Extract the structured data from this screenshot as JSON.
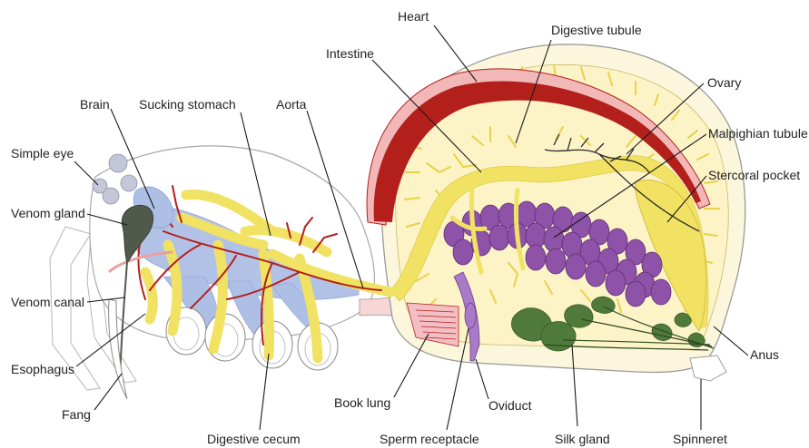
{
  "labels": {
    "heart": "Heart",
    "digestive_tubule": "Digestive tubule",
    "intestine": "Intestine",
    "ovary": "Ovary",
    "malpighian_tubule": "Malpighian tubule",
    "stercoral_pocket": "Stercoral pocket",
    "brain": "Brain",
    "sucking_stomach": "Sucking stomach",
    "aorta": "Aorta",
    "simple_eye": "Simple eye",
    "venom_gland": "Venom gland",
    "venom_canal": "Venom canal",
    "esophagus": "Esophagus",
    "fang": "Fang",
    "digestive_cecum": "Digestive cecum",
    "book_lung": "Book lung",
    "sperm_receptacle": "Sperm receptacle",
    "oviduct": "Oviduct",
    "silk_gland": "Silk gland",
    "spinneret": "Spinneret",
    "anus": "Anus"
  },
  "colors": {
    "outline": "#9a9a9a",
    "abdomen_fill": "#fbf6dc",
    "heart": "#b3201c",
    "heart_light": "#f4c4c4",
    "digestive": "#f1e264",
    "ovary": "#8e52a8",
    "sucking_stomach": "#aebfe6",
    "venom_gland": "#4f5a4a",
    "silk_gland": "#4f7a3a",
    "vessel": "#b3201c",
    "eye": "#c3c7d8",
    "book_lung": "#f3bfc4"
  }
}
